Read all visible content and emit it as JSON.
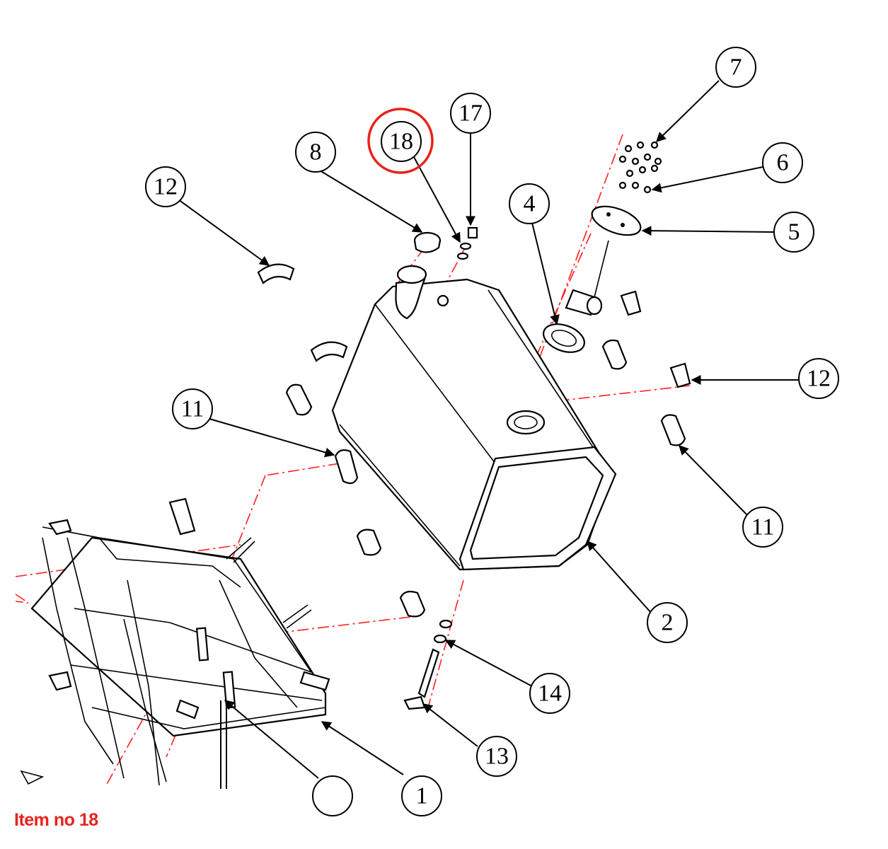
{
  "callouts": {
    "c1": "1",
    "c2": "2",
    "c4": "4",
    "c5": "5",
    "c6": "6",
    "c7": "7",
    "c8": "8",
    "c11a": "11",
    "c11b": "11",
    "c12a": "12",
    "c12b": "12",
    "c13": "13",
    "c14": "14",
    "c17": "17",
    "c18": "18"
  },
  "highlight": {
    "item": "18",
    "color": "#e8231b"
  },
  "caption": {
    "text": "Item no 18",
    "color": "#e8231b"
  },
  "colors": {
    "center_line": "#ff2020",
    "outline": "#000000"
  }
}
